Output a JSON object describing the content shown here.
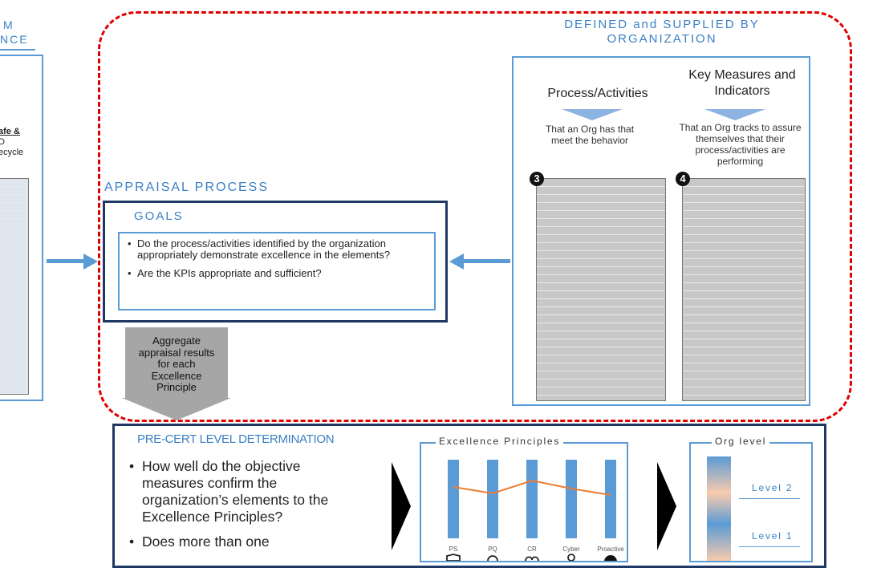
{
  "left_fragment": {
    "title_line1": "M",
    "title_line2": "NCE",
    "text_bold": "afe &",
    "text_line2": "D",
    "text_line3": "ecycle"
  },
  "defined_section": {
    "header_line1": "DEFINED and SUPPLIED  BY",
    "header_line2": "ORGANIZATION",
    "col1_title": "Process/Activities",
    "col1_desc": "That an Org has that meet the behavior",
    "col1_badge": "3",
    "col2_title": "Key Measures and Indicators",
    "col2_desc": "That an Org tracks to assure themselves  that their process/activities are performing",
    "col2_badge": "4"
  },
  "appraisal": {
    "title": "APPRAISAL PROCESS",
    "goals_title": "GOALS",
    "goals": [
      "Do the process/activities identified  by the organization  appropriately demonstrate excellence  in the elements?",
      "Are the KPIs appropriate and sufficient?"
    ]
  },
  "aggregate_label": "Aggregate appraisal results for each Excellence Principle",
  "precert": {
    "title": "PRE-CERT LEVEL DETERMINATION",
    "bullets": [
      "How well do the objective measures confirm the organization’s elements to the Excellence Principles?",
      "Does more than one"
    ]
  },
  "excellence": {
    "title": "Excellence Principles",
    "labels": [
      "PS",
      "PQ",
      "CR",
      "Cyber",
      "Proactive"
    ]
  },
  "org_level": {
    "title": "Org level",
    "levels": [
      "Level 2",
      "Level 1"
    ]
  },
  "colors": {
    "accent_blue": "#5b9bd5",
    "navy": "#1f3864",
    "dashed_red": "#e00000",
    "line_orange": "#ed7d31"
  }
}
